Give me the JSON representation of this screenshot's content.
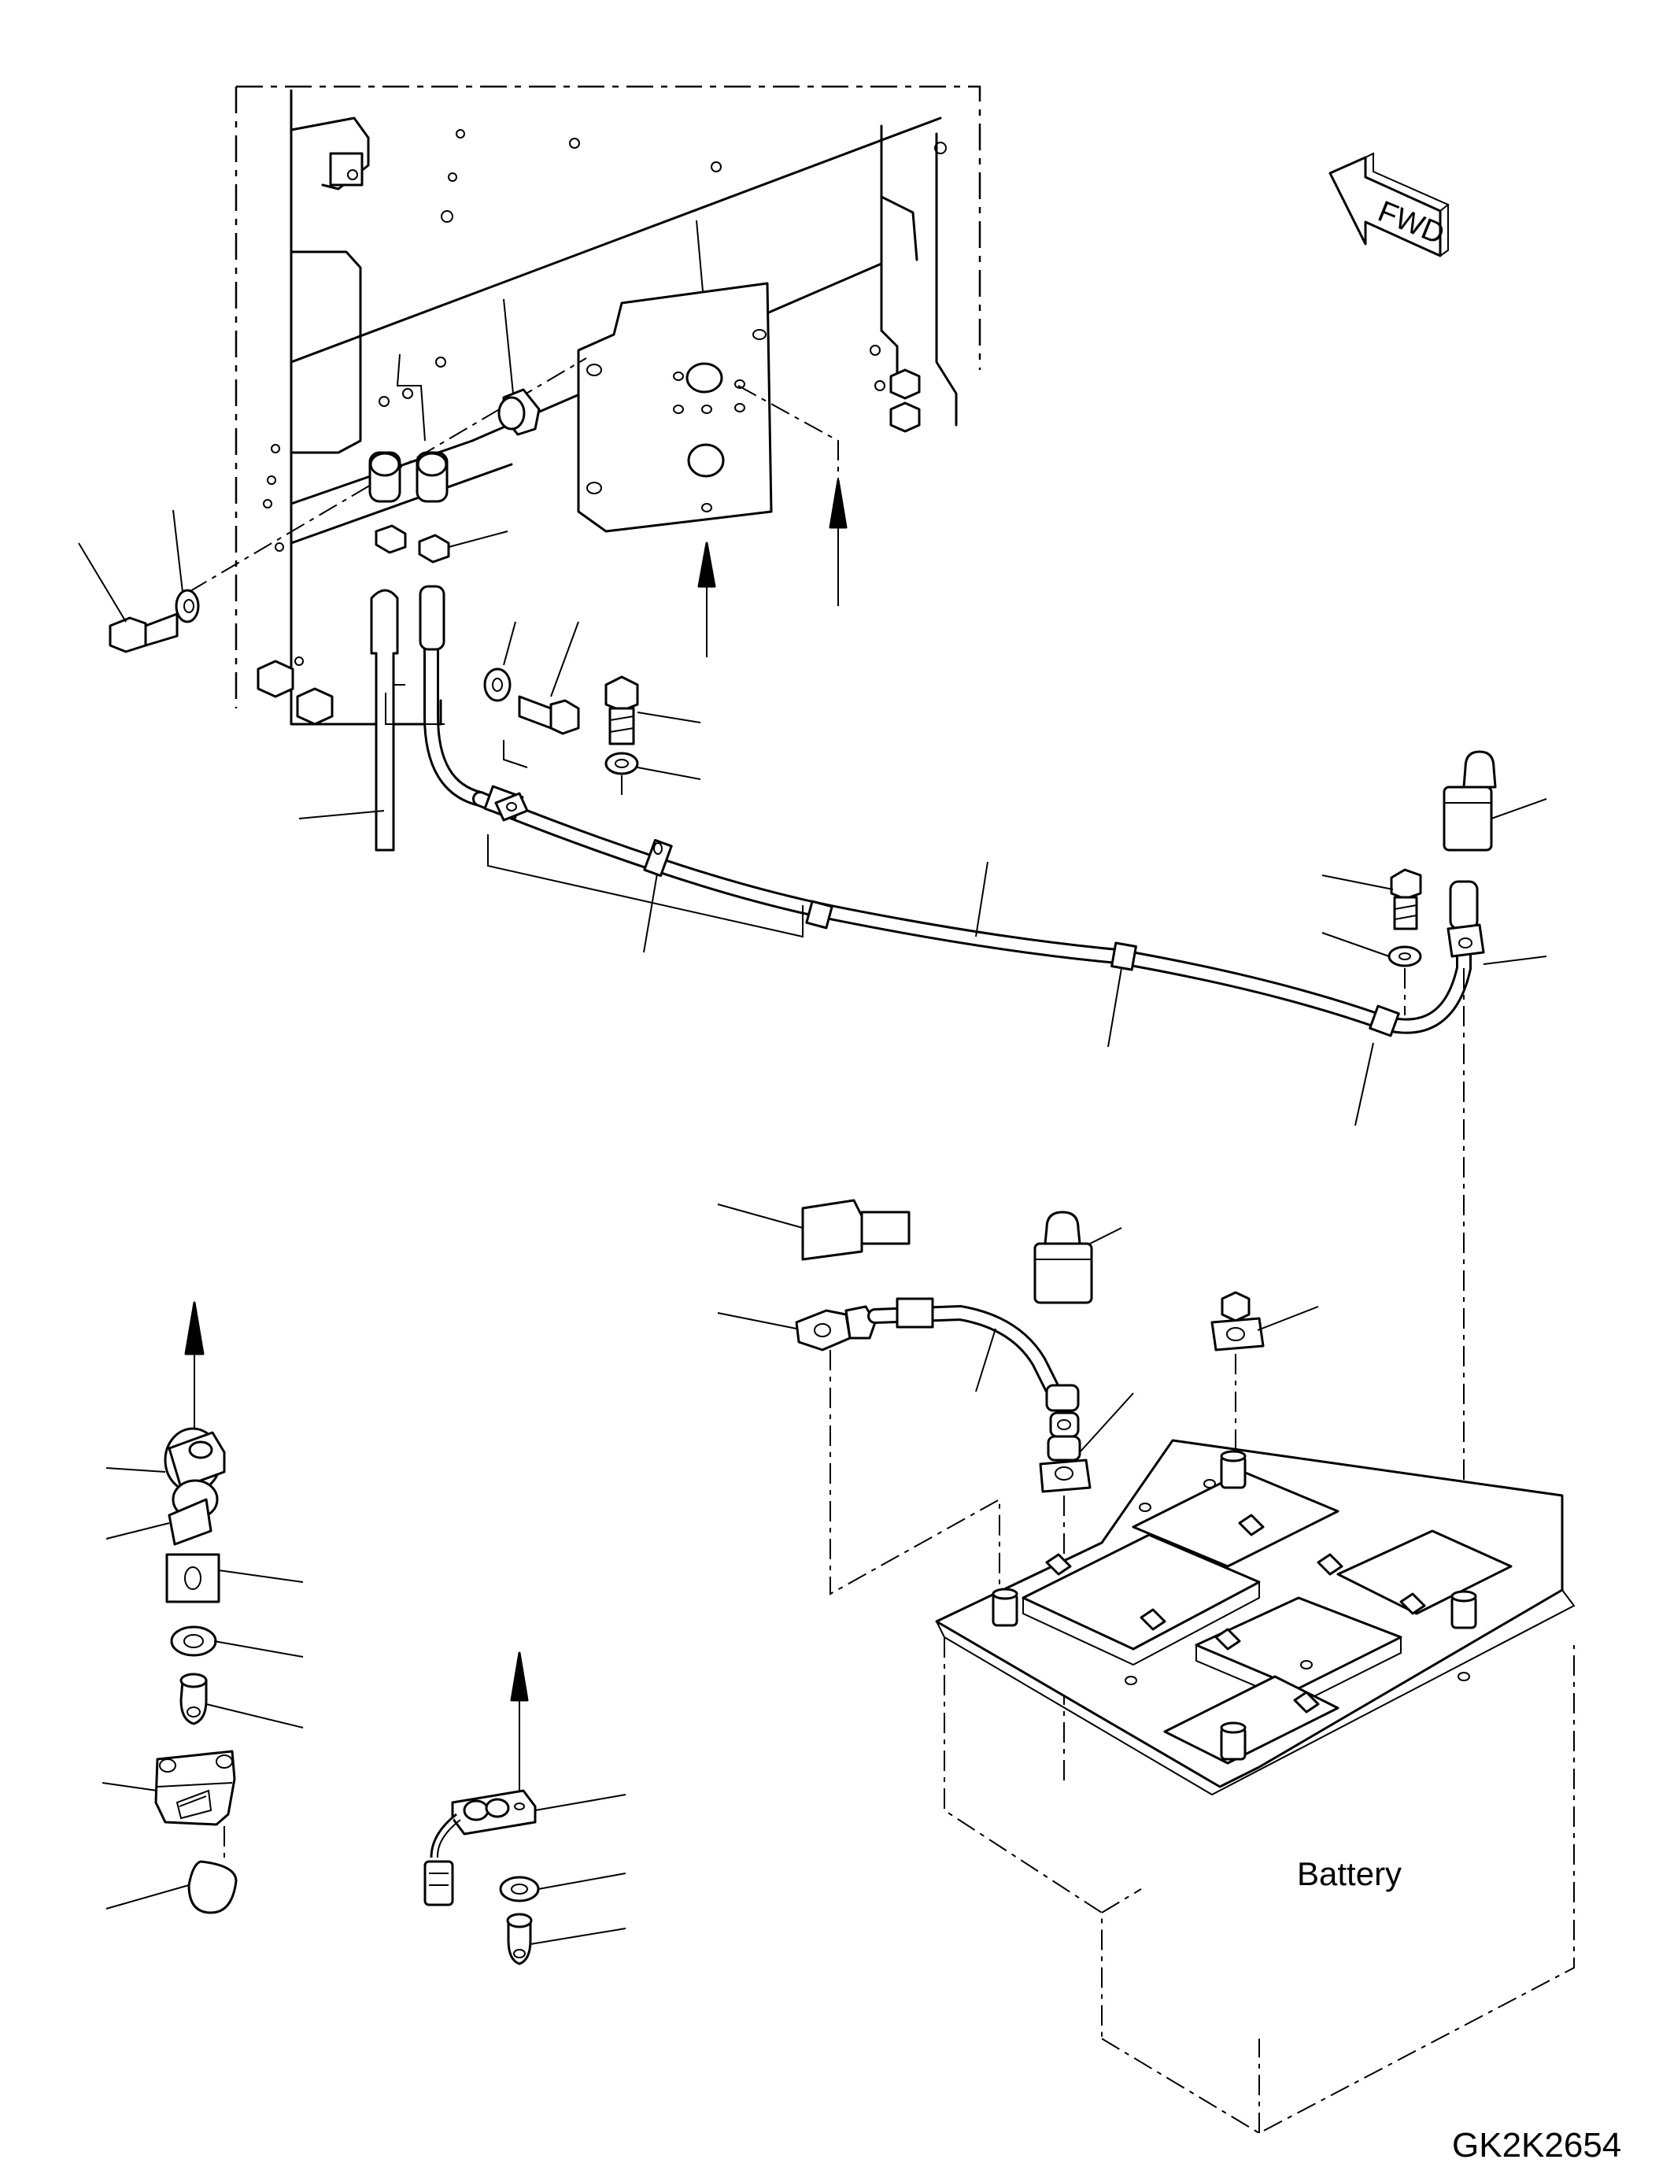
{
  "diagram": {
    "type": "exploded parts diagram",
    "labels": {
      "battery": "Battery",
      "drawing_number": "GK2K2654",
      "direction_arrow": "FWD"
    }
  }
}
